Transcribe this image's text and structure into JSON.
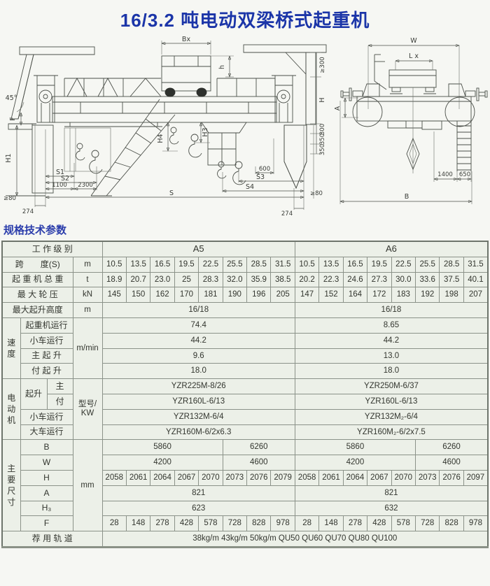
{
  "page": {
    "title": "16/3.2 吨电动双梁桥式起重机",
    "section_heading": "规格技术参数"
  },
  "drawing": {
    "front_labels": {
      "bx": "Bx",
      "h": "h",
      "deg45": "45°",
      "f": "F",
      "h1": "H1",
      "s1": "S1",
      "s2": "S2",
      "d1100": "1100",
      "d2300": "2300",
      "s": "S",
      "ge80_left": "≥80",
      "d274_left": "274",
      "h4": "H4",
      "h3": "H3",
      "d600": "600",
      "s3": "S3",
      "s4": "S4",
      "ge80_right": "≥80",
      "d274_right": "274",
      "ge300": "≥300",
      "h_height": "H",
      "d300": "300",
      "d350a": "350",
      "d350b": "350"
    },
    "side_labels": {
      "w": "W",
      "lx": "L x",
      "a": "A",
      "d1400": "1400",
      "d650": "650",
      "b": "B"
    }
  },
  "table": {
    "work_level_label": "工 作 级 别",
    "class_a5": "A5",
    "class_a6": "A6",
    "rows": {
      "span": {
        "label": "跨　　度(S)",
        "unit": "m",
        "a5": [
          "10.5",
          "13.5",
          "16.5",
          "19.5",
          "22.5",
          "25.5",
          "28.5",
          "31.5"
        ],
        "a6": [
          "10.5",
          "13.5",
          "16.5",
          "19.5",
          "22.5",
          "25.5",
          "28.5",
          "31.5"
        ]
      },
      "weight": {
        "label": "起 重 机 总 重",
        "unit": "t",
        "a5": [
          "18.9",
          "20.7",
          "23.0",
          "25",
          "28.3",
          "32.0",
          "35.9",
          "38.5"
        ],
        "a6": [
          "20.2",
          "22.3",
          "24.6",
          "27.3",
          "30.0",
          "33.6",
          "37.5",
          "40.1"
        ]
      },
      "wheel_load": {
        "label": "最 大 轮 压",
        "unit": "kN",
        "a5": [
          "145",
          "150",
          "162",
          "170",
          "181",
          "190",
          "196",
          "205"
        ],
        "a6": [
          "147",
          "152",
          "164",
          "172",
          "183",
          "192",
          "198",
          "207"
        ]
      },
      "lift_height": {
        "label": "最大起升高度",
        "unit": "m",
        "a5": "16/18",
        "a6": "16/18"
      },
      "speed": {
        "group": "速度",
        "unit": "m/min",
        "items": [
          {
            "label": "起重机运行",
            "a5": "74.4",
            "a6": "8.65"
          },
          {
            "label": "小车运行",
            "a5": "44.2",
            "a6": "44.2"
          },
          {
            "label": "主 起 升",
            "a5": "9.6",
            "a6": "13.0"
          },
          {
            "label": "付 起 升",
            "a5": "18.0",
            "a6": "18.0"
          }
        ]
      },
      "motor": {
        "group": "电动机",
        "hoist_label": "起升",
        "unit": "型号/ KW",
        "items": [
          {
            "label": "主",
            "a5": "YZR225M-8/26",
            "a6": "YZR250M-6/37"
          },
          {
            "label": "付",
            "a5": "YZR160L-6/13",
            "a6": "YZR160L-6/13"
          },
          {
            "label": "小车运行",
            "a5": "YZR132M-6/4",
            "a6": "YZR132M₂-6/4"
          },
          {
            "label": "大车运行",
            "a5": "YZR160M-6/2x6.3",
            "a6": "YZR160M₂-6/2x7.5"
          }
        ]
      },
      "dims": {
        "group": "主要尺寸",
        "unit": "mm",
        "items": [
          {
            "label": "B",
            "a5": [
              "5860",
              "6260"
            ],
            "a6": [
              "5860",
              "6260"
            ]
          },
          {
            "label": "W",
            "a5": [
              "4200",
              "4600"
            ],
            "a6": [
              "4200",
              "4600"
            ]
          },
          {
            "label": "H",
            "a5": [
              "2058",
              "2061",
              "2064",
              "2067",
              "2070",
              "2073",
              "2076",
              "2079"
            ],
            "a6": [
              "2058",
              "2061",
              "2064",
              "2067",
              "2070",
              "2073",
              "2076",
              "2097"
            ]
          },
          {
            "label": "A",
            "a5": "821",
            "a6": "821"
          },
          {
            "label": "H₃",
            "a5": "623",
            "a6": "632"
          },
          {
            "label": "F",
            "a5": [
              "28",
              "148",
              "278",
              "428",
              "578",
              "728",
              "828",
              "978"
            ],
            "a6": [
              "28",
              "148",
              "278",
              "428",
              "578",
              "728",
              "828",
              "978"
            ]
          }
        ]
      },
      "rail": {
        "label": "荐 用 轨 道",
        "value": "38kg/m 43kg/m 50kg/m QU50 QU60 QU70 QU80 QU100"
      }
    }
  }
}
